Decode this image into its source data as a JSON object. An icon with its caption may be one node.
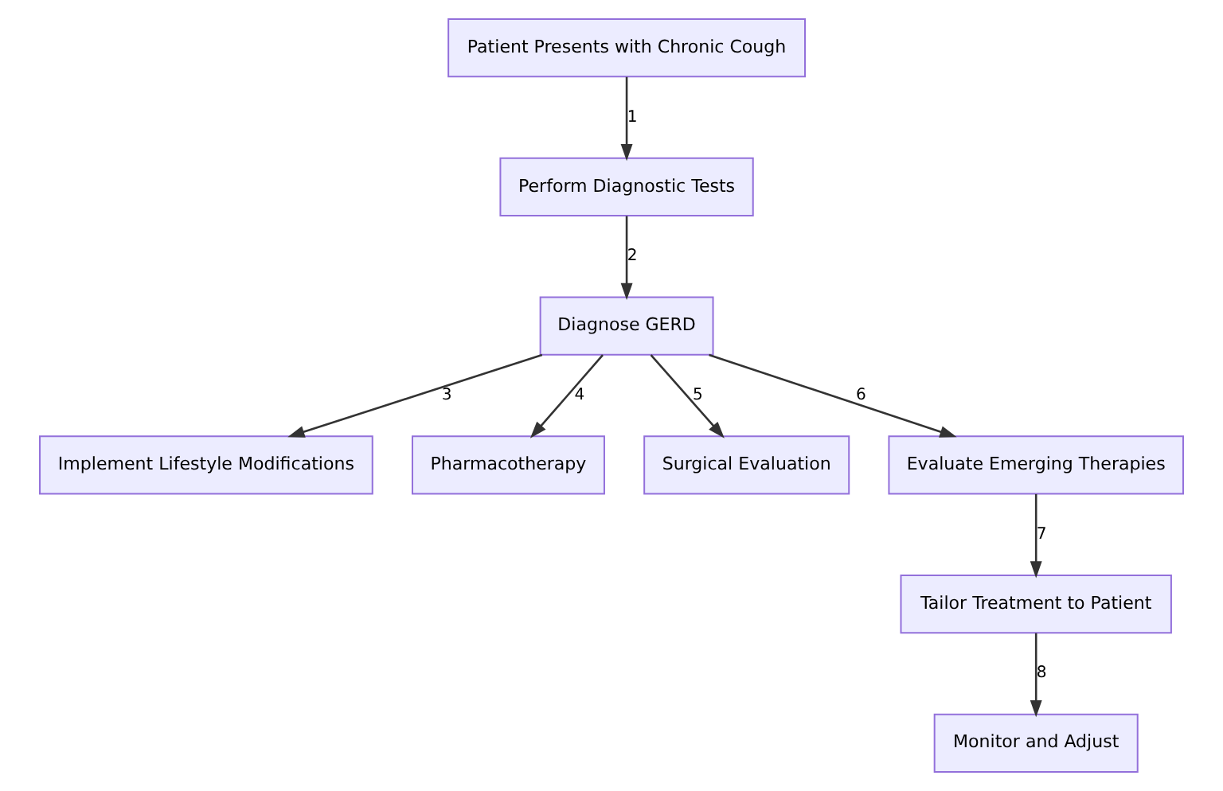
{
  "diagram": {
    "nodes": [
      {
        "text": [
          "Patient Presents with Chronic Cough"
        ]
      },
      {
        "text": [
          "Perform Diagnostic Tests"
        ]
      },
      {
        "text": [
          "Diagnose GERD"
        ]
      },
      {
        "text": [
          "Implement Lifestyle Modifications"
        ]
      },
      {
        "text": [
          "Pharmacotherapy"
        ]
      },
      {
        "text": [
          "Surgical Evaluation"
        ]
      },
      {
        "text": [
          "Evaluate Emerging Therapies"
        ]
      },
      {
        "text": [
          "Tailor Treatment to Patient"
        ]
      },
      {
        "text": [
          "Monitor and Adjust"
        ]
      }
    ],
    "edges": [
      {
        "from": 0,
        "to": 1,
        "arrow": "to",
        "label": "1"
      },
      {
        "from": 1,
        "to": 2,
        "arrow": "to",
        "label": "2"
      },
      {
        "from": 2,
        "to": 3,
        "arrow": "to",
        "label": "3"
      },
      {
        "from": 2,
        "to": 4,
        "arrow": "to",
        "label": "4"
      },
      {
        "from": 2,
        "to": 5,
        "arrow": "to",
        "label": "5"
      },
      {
        "from": 2,
        "to": 6,
        "arrow": "to",
        "label": "6"
      },
      {
        "from": 6,
        "to": 7,
        "arrow": "to",
        "label": "7"
      },
      {
        "from": 7,
        "to": 8,
        "arrow": "to",
        "label": "8"
      }
    ]
  }
}
